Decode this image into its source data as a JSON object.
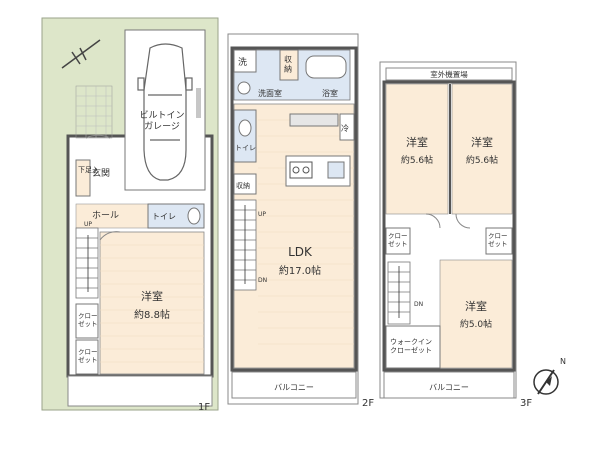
{
  "floors": {
    "first": {
      "floor_label": "1F",
      "garage": "ビルトイン\nガレージ",
      "entrance": "玄関",
      "shoe_storage": "下足入",
      "hall": "ホール",
      "toilet": "トイレ",
      "stairs_up": "UP",
      "room_name": "洋室",
      "room_size": "約8.8帖",
      "closet_a": "クロー\nゼット",
      "closet_b": "クロー\nゼット"
    },
    "second": {
      "floor_label": "2F",
      "laundry": "洗",
      "storage_top": "収\n納",
      "washroom": "洗面室",
      "bathroom": "浴室",
      "refrigerator": "冷",
      "toilet": "トイレ",
      "storage_small": "収納",
      "stairs_up": "UP",
      "stairs_dn": "DN",
      "ldk_name": "LDK",
      "ldk_size": "約17.0帖",
      "balcony": "バルコニー"
    },
    "third": {
      "floor_label": "3F",
      "outdoor_unit": "室外機置場",
      "room1_name": "洋室",
      "room1_size": "約5.6帖",
      "room2_name": "洋室",
      "room2_size": "約5.6帖",
      "closet_a": "クロー\nゼット",
      "closet_b": "クロー\nゼット",
      "room3_name": "洋室",
      "room3_size": "約5.0帖",
      "stairs_dn": "DN",
      "walk_in": "ウォークイン\nクローゼット",
      "balcony": "バルコニー"
    }
  },
  "compass_label": "N",
  "colors": {
    "floor_wood": "#fbecd8",
    "lawn": "#dde6c9",
    "wet_area": "#dde7f3",
    "wall": "#555555"
  }
}
